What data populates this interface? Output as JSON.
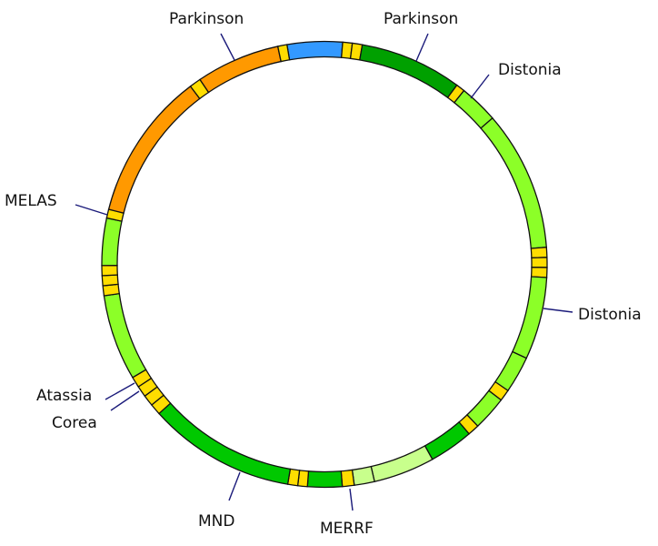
{
  "colors": {
    "orange": "#ff9900",
    "blue": "#3399ff",
    "dark_green": "#00a000",
    "yellow": "#ffdd00",
    "light_green": "#8cff28",
    "green": "#00c800",
    "pale_green": "#c8ff8c",
    "leader_line": "#1a1a7a",
    "outline": "#111111"
  },
  "labels": {
    "parkinson_left": "Parkinson",
    "parkinson_right": "Parkinson",
    "distonia_top": "Distonia",
    "distonia_right": "Distonia",
    "melas": "MELAS",
    "atassia": "Atassia",
    "corea": "Corea",
    "mnd": "MND",
    "merrf": "MERRF"
  }
}
